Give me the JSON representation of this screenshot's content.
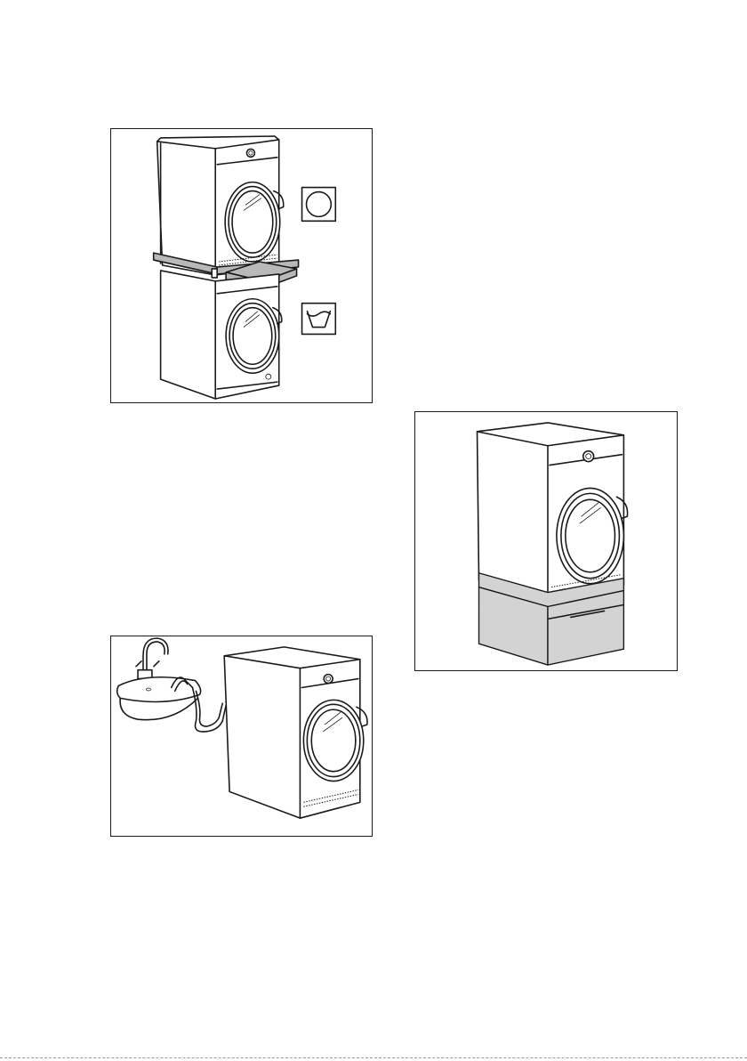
{
  "figures": [
    {
      "id": "stacking-kit",
      "icons": [
        "tumble-dryer-symbol-icon",
        "washing-machine-symbol-icon"
      ]
    },
    {
      "id": "sink-drain",
      "icons": [
        "tap-icon",
        "sink-icon",
        "drain-hose-icon"
      ]
    },
    {
      "id": "pedestal",
      "icons": [
        "dryer-icon",
        "pedestal-drawer-icon"
      ]
    }
  ]
}
